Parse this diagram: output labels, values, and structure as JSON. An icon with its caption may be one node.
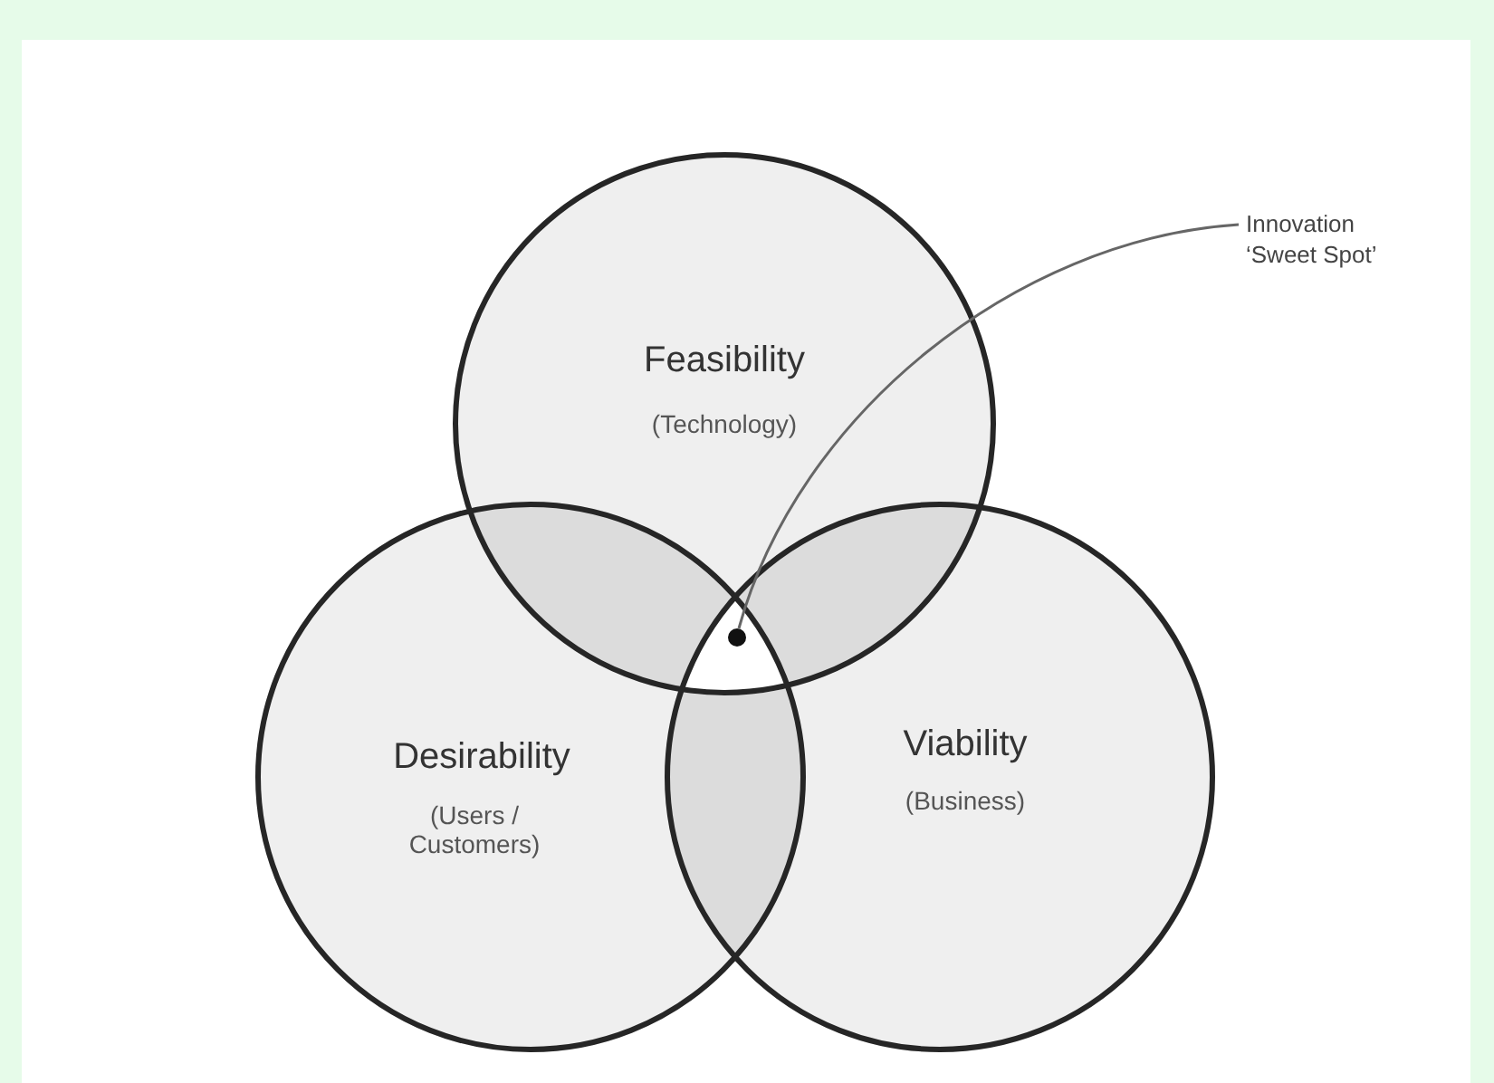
{
  "diagram": {
    "nodes": [
      {
        "text": [
          "Feasibility",
          "(Technology)"
        ]
      },
      {
        "text": [
          "Innovation ‘Sweet Spot’"
        ]
      },
      {
        "text": [
          "Desirability",
          "(Users / Customers)"
        ]
      },
      {
        "text": [
          "Viability",
          "(Business)"
        ]
      },
      {
        "text": [],
        "shape": "circle"
      }
    ],
    "edges": [
      {
        "from": 1,
        "to": 4,
        "arrow": "none"
      }
    ]
  }
}
